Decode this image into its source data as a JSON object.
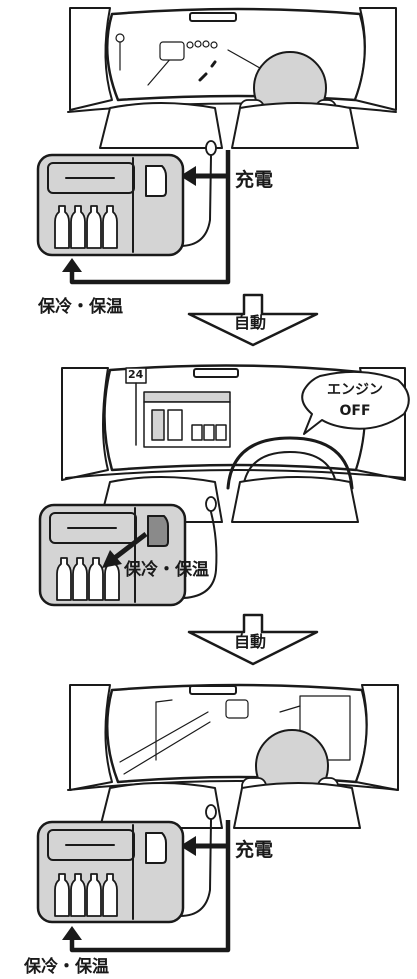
{
  "scenes": {
    "driving": {
      "charge_label": "充電",
      "keep_label": "保冷・保温"
    },
    "parked": {
      "sign_number": "24",
      "bubble_line1": "エンジン",
      "bubble_line2": "OFF",
      "keep_label": "保冷・保温"
    },
    "resume": {
      "charge_label": "充電",
      "keep_label": "保冷・保温"
    }
  },
  "transitions": [
    {
      "label": "自動"
    },
    {
      "label": "自動"
    }
  ],
  "colors": {
    "line": "#1a1a1a",
    "gray_fill": "#d4d4d4",
    "dark_fill": "#8a8a8a",
    "white": "#ffffff"
  }
}
